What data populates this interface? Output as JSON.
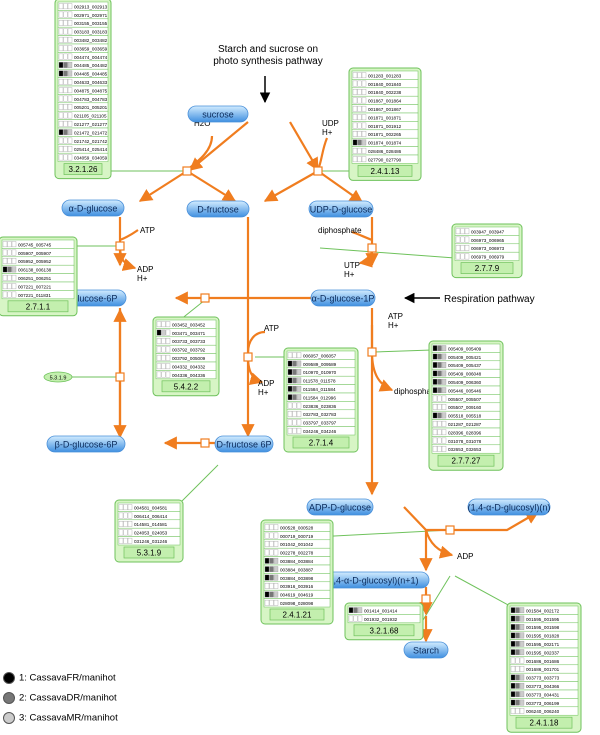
{
  "colors": {
    "arrow": "#f07d1f",
    "box_fill": "#d7f5c5",
    "box_border": "#6fc25c",
    "node_fill_top": "#d2ecff",
    "node_fill_bottom": "#3f8fe0",
    "node_text": "#0a2a5a",
    "legend_black": "#000000",
    "legend_dark": "#777777",
    "legend_light": "#cccccc"
  },
  "annotations": {
    "starch_sucrose": [
      "Starch and sucrose on",
      "photo synthesis pathway"
    ],
    "respiration": "Respiration pathway"
  },
  "nodes": [
    {
      "id": "sucrose",
      "label": "sucrose"
    },
    {
      "id": "adglc",
      "label": "α-D-glucose"
    },
    {
      "id": "dfru",
      "label": "D-fructose"
    },
    {
      "id": "udpglc",
      "label": "UDP-D-glucose"
    },
    {
      "id": "adg6p",
      "label": "α-D-glucose-6P"
    },
    {
      "id": "adg1p",
      "label": "α-D-glucose-1P"
    },
    {
      "id": "bdg6p",
      "label": "β-D-glucose-6P"
    },
    {
      "id": "df6p",
      "label": "D-fructose 6P"
    },
    {
      "id": "adpglc",
      "label": "ADP-D-glucose"
    },
    {
      "id": "glucosyl",
      "label": "(1,4-α-D-glucosyl)(n)"
    },
    {
      "id": "glucosyl1",
      "label": "(1,4-α-D-glucosyl)(n+1)"
    },
    {
      "id": "starch",
      "label": "Starch"
    }
  ],
  "side_labels": [
    {
      "id": "h2o",
      "text": "H2O"
    },
    {
      "id": "udp",
      "text": "UDP"
    },
    {
      "id": "udp_h",
      "text": "H+"
    },
    {
      "id": "atp1",
      "text": "ATP"
    },
    {
      "id": "adp1",
      "text": "ADP"
    },
    {
      "id": "adp1_h",
      "text": "H+"
    },
    {
      "id": "diphos1",
      "text": "diphosphate"
    },
    {
      "id": "utp",
      "text": "UTP"
    },
    {
      "id": "utp_h",
      "text": "H+"
    },
    {
      "id": "atp2",
      "text": "ATP"
    },
    {
      "id": "adp2",
      "text": "ADP"
    },
    {
      "id": "adp2_h",
      "text": "H+"
    },
    {
      "id": "atp3",
      "text": "ATP"
    },
    {
      "id": "atp3_h",
      "text": "H+"
    },
    {
      "id": "diphos2",
      "text": "diphosphate"
    },
    {
      "id": "adp3",
      "text": "ADP"
    }
  ],
  "ec_boxes": [
    {
      "id": "ec32126",
      "ec": "3.2.1.26",
      "genes": [
        "002913_002913",
        "002971_002971",
        "003155_003155",
        "003183_003183",
        "003482_003482",
        "003659_003659",
        "004474_004474",
        "004485_004482",
        "004485_004485",
        "004633_004633",
        "004875_004875",
        "004783_004783",
        "005201_005201",
        "021105_021105",
        "021277_021277",
        "021472_021472",
        "021742_021742",
        "025414_025414",
        "034059_034059"
      ],
      "bars": [
        [
          0,
          0,
          0
        ],
        [
          0,
          0,
          0
        ],
        [
          0,
          0,
          0
        ],
        [
          0,
          0,
          0
        ],
        [
          0,
          0,
          0
        ],
        [
          0,
          0,
          0
        ],
        [
          0,
          0,
          0
        ],
        [
          3,
          2,
          1
        ],
        [
          3,
          2,
          1
        ],
        [
          0,
          0,
          0
        ],
        [
          0,
          0,
          0
        ],
        [
          0,
          0,
          0
        ],
        [
          0,
          0,
          0
        ],
        [
          0,
          0,
          0
        ],
        [
          0,
          0,
          0
        ],
        [
          3,
          2,
          1
        ],
        [
          0,
          0,
          0
        ],
        [
          0,
          0,
          0
        ],
        [
          0,
          0,
          0
        ]
      ]
    },
    {
      "id": "ec24113",
      "ec": "2.4.1.13",
      "genes": [
        "001283_001283",
        "001840_001840",
        "001840_002238",
        "001867_001864",
        "001867_001867",
        "001871_001871",
        "001871_001912",
        "001871_002265",
        "001874_001874",
        "028486_028486",
        "027790_027790"
      ],
      "bars": [
        [
          0,
          0,
          0
        ],
        [
          0,
          0,
          0
        ],
        [
          0,
          0,
          0
        ],
        [
          0,
          0,
          0
        ],
        [
          0,
          0,
          0
        ],
        [
          0,
          0,
          0
        ],
        [
          0,
          0,
          0
        ],
        [
          0,
          0,
          0
        ],
        [
          3,
          2,
          1
        ],
        [
          0,
          0,
          0
        ],
        [
          0,
          0,
          0
        ]
      ]
    },
    {
      "id": "ec2711",
      "ec": "2.7.1.1",
      "genes": [
        "005745_005745",
        "005907_005907",
        "005952_005952",
        "006138_006138",
        "006251_006251",
        "007221_007221",
        "007221_011831"
      ],
      "bars": [
        [
          0,
          0,
          0
        ],
        [
          0,
          0,
          0
        ],
        [
          0,
          0,
          0
        ],
        [
          3,
          2,
          1
        ],
        [
          0,
          0,
          0
        ],
        [
          0,
          0,
          0
        ],
        [
          0,
          0,
          0
        ]
      ]
    },
    {
      "id": "ec2779",
      "ec": "2.7.7.9",
      "genes": [
        "003947_003947",
        "006973_006965",
        "006973_006973",
        "006979_006979"
      ],
      "bars": [
        [
          0,
          0,
          0
        ],
        [
          0,
          0,
          0
        ],
        [
          0,
          0,
          0
        ],
        [
          0,
          0,
          0
        ]
      ]
    },
    {
      "id": "ec5422",
      "ec": "5.4.2.2",
      "genes": [
        "003452_003452",
        "003471_003471",
        "003733_003733",
        "003792_003792",
        "003792_005009",
        "004332_004332",
        "004336_004336"
      ],
      "bars": [
        [
          0,
          0,
          0
        ],
        [
          3,
          1,
          0
        ],
        [
          0,
          0,
          0
        ],
        [
          0,
          0,
          0
        ],
        [
          0,
          0,
          0
        ],
        [
          0,
          0,
          0
        ],
        [
          0,
          0,
          0
        ]
      ]
    },
    {
      "id": "ec2714",
      "ec": "2.7.1.4",
      "genes": [
        "006057_006057",
        "009589_009589",
        "010970_010970",
        "011578_011578",
        "011584_011584",
        "011584_012996",
        "023836_023836",
        "032783_032783",
        "033797_033797",
        "034246_034246"
      ],
      "bars": [
        [
          0,
          0,
          0
        ],
        [
          3,
          2,
          1
        ],
        [
          3,
          2,
          1
        ],
        [
          3,
          2,
          1
        ],
        [
          3,
          2,
          1
        ],
        [
          3,
          2,
          1
        ],
        [
          0,
          0,
          0
        ],
        [
          0,
          0,
          0
        ],
        [
          0,
          0,
          0
        ],
        [
          0,
          0,
          0
        ]
      ]
    },
    {
      "id": "ec27727",
      "ec": "2.7.7.27",
      "genes": [
        "005409_005409",
        "005409_005421",
        "005409_005437",
        "005409_006048",
        "005409_006360",
        "005446_005446",
        "005507_005507",
        "005507_009160",
        "005518_005518",
        "021287_021287",
        "028396_028396",
        "031078_031078",
        "032653_032653"
      ],
      "bars": [
        [
          3,
          2,
          1
        ],
        [
          3,
          2,
          1
        ],
        [
          3,
          2,
          1
        ],
        [
          3,
          2,
          1
        ],
        [
          3,
          2,
          1
        ],
        [
          3,
          2,
          1
        ],
        [
          0,
          0,
          0
        ],
        [
          0,
          0,
          0
        ],
        [
          3,
          2,
          1
        ],
        [
          0,
          0,
          0
        ],
        [
          0,
          0,
          0
        ],
        [
          0,
          0,
          0
        ],
        [
          0,
          0,
          0
        ]
      ]
    },
    {
      "id": "ec5319",
      "ec": "5.3.1.9",
      "genes": [
        "004581_004581",
        "006414_006414",
        "014581_014581",
        "024053_024053",
        "031246_031246"
      ],
      "bars": [
        [
          0,
          0,
          0
        ],
        [
          0,
          0,
          0
        ],
        [
          0,
          0,
          0
        ],
        [
          0,
          0,
          0
        ],
        [
          0,
          0,
          0
        ]
      ]
    },
    {
      "id": "ec24121",
      "ec": "2.4.1.21",
      "genes": [
        "000528_000528",
        "000719_000719",
        "001042_001042",
        "002278_002278",
        "003884_003884",
        "003884_003887",
        "003884_003898",
        "003916_003916",
        "004619_004619",
        "028098_028098"
      ],
      "bars": [
        [
          0,
          0,
          0
        ],
        [
          0,
          0,
          0
        ],
        [
          0,
          0,
          0
        ],
        [
          0,
          0,
          0
        ],
        [
          3,
          2,
          1
        ],
        [
          3,
          2,
          1
        ],
        [
          3,
          2,
          1
        ],
        [
          0,
          0,
          0
        ],
        [
          3,
          2,
          1
        ],
        [
          0,
          0,
          0
        ]
      ]
    },
    {
      "id": "ec32168",
      "ec": "3.2.1.68",
      "genes": [
        "001414_001414",
        "001932_001932"
      ],
      "bars": [
        [
          3,
          2,
          1
        ],
        [
          0,
          0,
          0
        ]
      ]
    },
    {
      "id": "ec24118",
      "ec": "2.4.1.18",
      "genes": [
        "001584_002172",
        "001595_001595",
        "001595_001598",
        "001595_001828",
        "001595_002171",
        "001595_002337",
        "001686_001686",
        "001686_001701",
        "003773_003773",
        "003773_004366",
        "003773_004431",
        "003773_006199",
        "006240_006240"
      ],
      "bars": [
        [
          3,
          2,
          1
        ],
        [
          3,
          2,
          1
        ],
        [
          3,
          2,
          1
        ],
        [
          3,
          2,
          1
        ],
        [
          3,
          2,
          1
        ],
        [
          3,
          2,
          1
        ],
        [
          0,
          0,
          0
        ],
        [
          0,
          0,
          0
        ],
        [
          3,
          2,
          1
        ],
        [
          3,
          2,
          1
        ],
        [
          3,
          2,
          1
        ],
        [
          3,
          2,
          1
        ],
        [
          0,
          0,
          0
        ]
      ]
    }
  ],
  "small_ec": {
    "id": "ec5319small",
    "ec": "5.3.1.9"
  },
  "legend": [
    {
      "label": "1: CassavaFR/manihot",
      "color": "#000000"
    },
    {
      "label": "2: CassavaDR/manihot",
      "color": "#777777"
    },
    {
      "label": "3: CassavaMR/manihot",
      "color": "#cccccc"
    }
  ]
}
